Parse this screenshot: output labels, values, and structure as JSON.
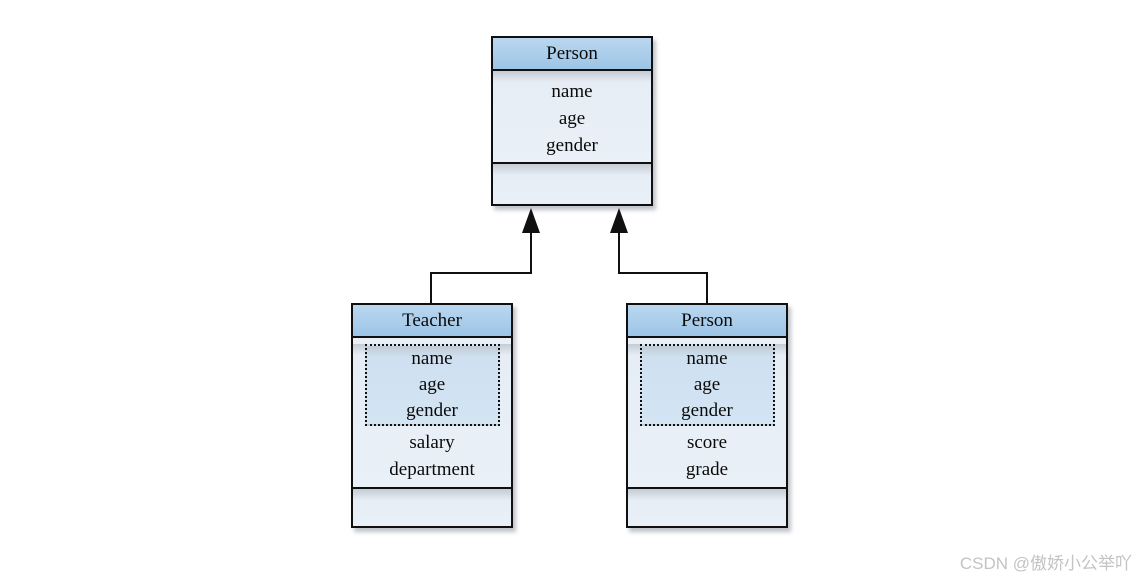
{
  "diagram": {
    "type": "uml-class-inheritance",
    "parent": {
      "name": "Person",
      "attributes": [
        "name",
        "age",
        "gender"
      ]
    },
    "children": [
      {
        "name": "Teacher",
        "inherited_attributes": [
          "name",
          "age",
          "gender"
        ],
        "own_attributes": [
          "salary",
          "department"
        ]
      },
      {
        "name": "Person",
        "inherited_attributes": [
          "name",
          "age",
          "gender"
        ],
        "own_attributes": [
          "score",
          "grade"
        ]
      }
    ],
    "relations": [
      {
        "from": "Teacher",
        "to": "Person",
        "type": "generalization"
      },
      {
        "from": "Person (child)",
        "to": "Person",
        "type": "generalization"
      }
    ]
  },
  "watermark": {
    "text": "CSDN @傲娇小公举吖"
  },
  "colors": {
    "class_header": "#a6cbe9",
    "class_body": "#e9f0f7",
    "inherited_box_fill": "#d3e4f3",
    "border": "#101010",
    "watermark_text": "#c3c3c3",
    "background": "#ffffff"
  }
}
